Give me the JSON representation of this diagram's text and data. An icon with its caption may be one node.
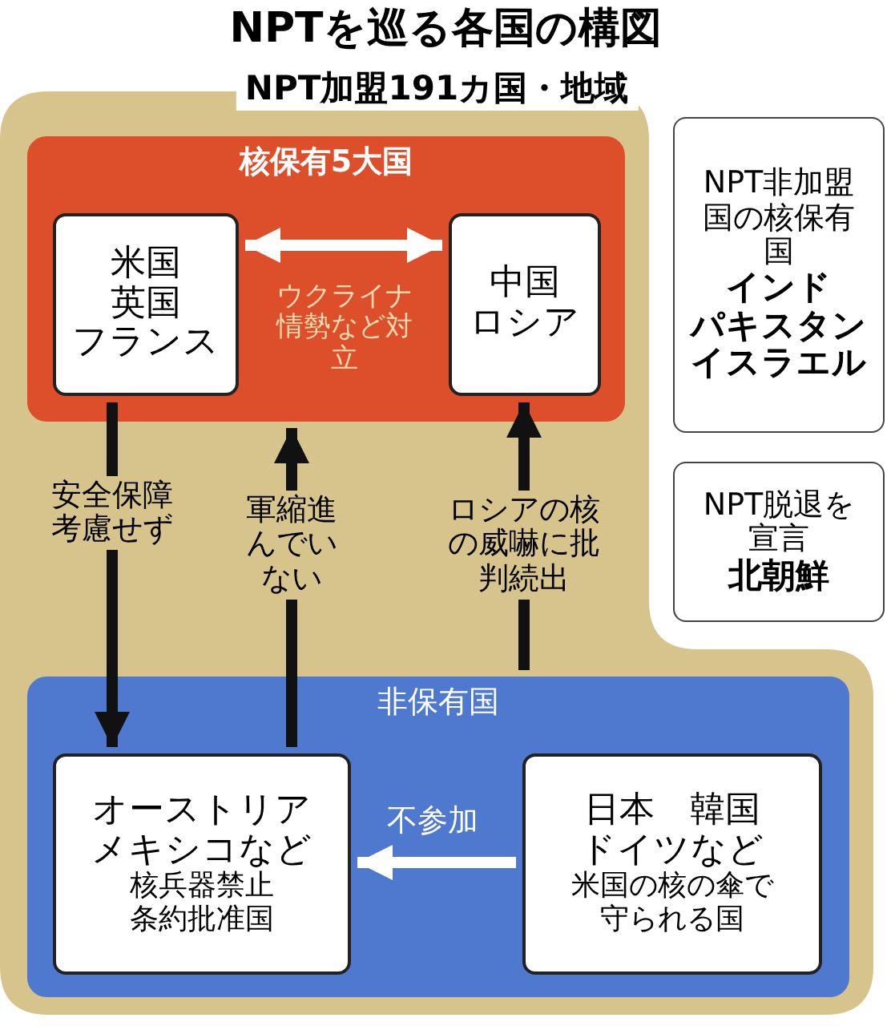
{
  "diagram": {
    "title": "NPTを巡る各国の構図",
    "nodes": [
      {
        "text": [
          "NPT加盟191カ国・地域"
        ]
      },
      {
        "text": [
          "核保有5大国"
        ],
        "in": 0
      },
      {
        "text": [
          "米国",
          "英国",
          "フランス"
        ],
        "in": 1
      },
      {
        "text": [
          "中国",
          "ロシア"
        ],
        "in": 1
      },
      {
        "text": [
          "非保有国"
        ],
        "in": 0
      },
      {
        "text": [
          "オーストリア",
          "メキシコなど",
          "核兵器禁止条約批准国"
        ],
        "in": 4
      },
      {
        "text": [
          "日本　韓国",
          "ドイツなど",
          "米国の核の傘で守られる国"
        ],
        "in": 4
      },
      {
        "text": [
          "NPT非加盟国の核保有国",
          "インド",
          "パキスタン",
          "イスラエル"
        ]
      },
      {
        "text": [
          "NPT脱退を宣言",
          "北朝鮮"
        ]
      }
    ],
    "edges": [
      {
        "from": 2,
        "to": 3,
        "arrow": "both",
        "label": "ウクライナ情勢など対立",
        "color": "#ffffff"
      },
      {
        "from": 2,
        "to": 5,
        "arrow": "to",
        "label": "安全保障考慮せず"
      },
      {
        "from": 5,
        "to": 1,
        "arrow": "to",
        "label": "軍縮進んでいない"
      },
      {
        "from": 4,
        "to": 3,
        "arrow": "to",
        "label": "ロシアの核の威嚇に批判続出"
      },
      {
        "from": 6,
        "to": 5,
        "arrow": "to",
        "label": "不参加",
        "color": "#ffffff"
      }
    ]
  }
}
